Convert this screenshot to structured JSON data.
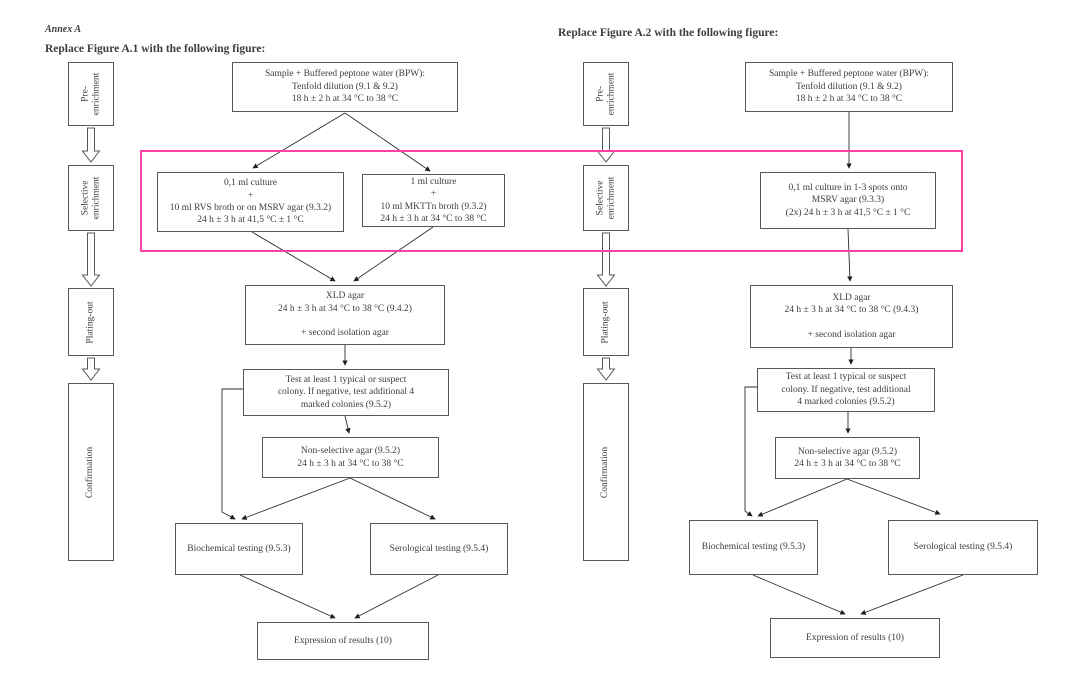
{
  "page": {
    "annex_label": "Annex A",
    "instruction_a1": "Replace Figure A.1 with the following figure:",
    "instruction_a2": "Replace Figure A.2 with the following figure:"
  },
  "highlight": {
    "color": "#ff40a0",
    "meaning": "selective-enrichment-step-highlight"
  },
  "figure_a1": {
    "stages": [
      {
        "label": "Pre-\nenrichment"
      },
      {
        "label": "Selective\nenrichment"
      },
      {
        "label": "Plating-out"
      },
      {
        "label": "Confirmation"
      }
    ],
    "nodes": {
      "bpw": "Sample + Buffered peptone water (BPW):\nTenfold dilution (9.1 & 9.2)\n18 h ± 2 h at 34 °C to 38 °C",
      "rvs": "0,1 ml culture\n+\n10 ml RVS broth or on MSRV agar (9.3.2)\n24 h ± 3 h at 41,5 °C ± 1 °C",
      "mkttn": "1 ml culture\n+\n10 ml MKTTn broth (9.3.2)\n24 h ± 3 h at 34 °C to 38 °C",
      "xld": "XLD agar\n24 h ± 3 h at 34 °C to 38 °C (9.4.2)\n\n+ second isolation agar",
      "test": "Test at least 1 typical or suspect\ncolony. If negative, test additional 4\nmarked colonies (9.5.2)",
      "nonselective": "Non-selective agar (9.5.2)\n24 h ± 3 h at 34 °C to 38 °C",
      "biochemical": "Biochemical testing (9.5.3)",
      "serological": "Serological testing (9.5.4)",
      "expression": "Expression of results (10)"
    }
  },
  "figure_a2": {
    "stages": [
      {
        "label": "Pre-\nenrichment"
      },
      {
        "label": "Selective\nenrichment"
      },
      {
        "label": "Plating-out"
      },
      {
        "label": "Confirmation"
      }
    ],
    "nodes": {
      "bpw": "Sample + Buffered peptone water (BPW):\nTenfold dilution (9.1 & 9.2)\n18 h ± 2 h at 34 °C to 38 °C",
      "msrv": "0,1 ml culture in 1-3 spots onto\nMSRV agar (9.3.3)\n(2x) 24 h ± 3 h at 41,5 °C ± 1 °C",
      "xld": "XLD agar\n24 h ± 3 h at 34 °C to 38 °C (9.4.3)\n\n+ second isolation agar",
      "test": "Test at least 1 typical or suspect\ncolony. If negative, test additional\n4 marked colonies (9.5.2)",
      "nonselective": "Non-selective agar (9.5.2)\n24 h ± 3 h at 34 °C to 38 °C",
      "biochemical": "Biochemical testing (9.5.3)",
      "serological": "Serological testing (9.5.4)",
      "expression": "Expression of results (10)"
    }
  }
}
